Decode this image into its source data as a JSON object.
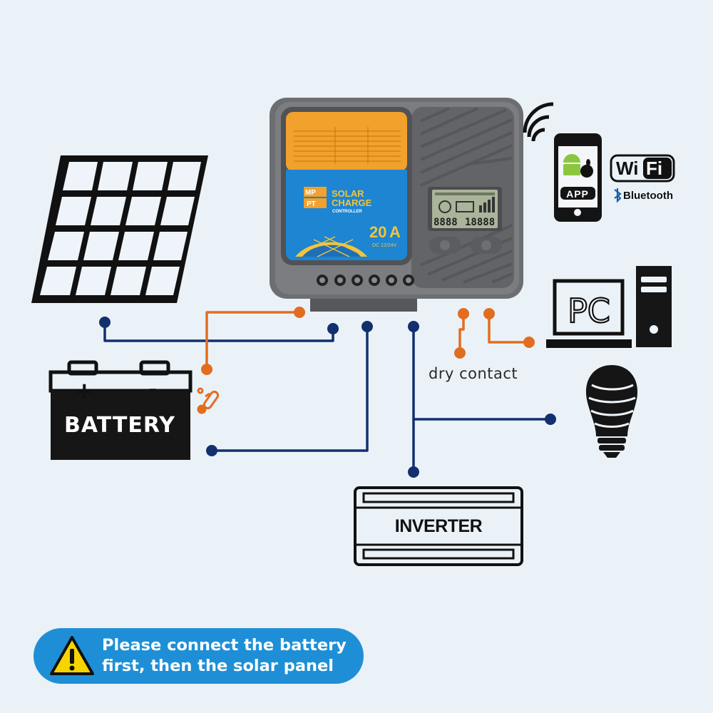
{
  "controller": {
    "brand_badge": [
      "MP",
      "PT"
    ],
    "title_line1": "SOLAR",
    "title_line2": "CHARGE",
    "title_line3": "CONTROLLER",
    "rating": "20",
    "rating_unit": "A",
    "voltage": "DC 12/24V",
    "lcd_digits_left": "8888",
    "lcd_digits_right": "18888"
  },
  "devices": {
    "battery_label": "BATTERY",
    "battery_plus": "+",
    "battery_minus": "-",
    "inverter_label": "INVERTER",
    "pc_label": "PC",
    "app_label": "APP",
    "wifi_label_a": "Wi",
    "wifi_label_b": "Fi",
    "bluetooth_label": "Bluetooth"
  },
  "connections": {
    "dry_contact_label": "dry contact"
  },
  "notice": {
    "line1": "Please connect the battery",
    "line2": "first, then the solar panel"
  },
  "colors": {
    "background": "#eaf2f8",
    "wire_blue": "#12306e",
    "wire_orange": "#e36d1f",
    "controller_grey": "#6c6e72",
    "panel_orange": "#f1a12c",
    "panel_blue": "#1d85d2",
    "notice_blue": "#1e8fd6",
    "warning_yellow": "#f7d400"
  }
}
